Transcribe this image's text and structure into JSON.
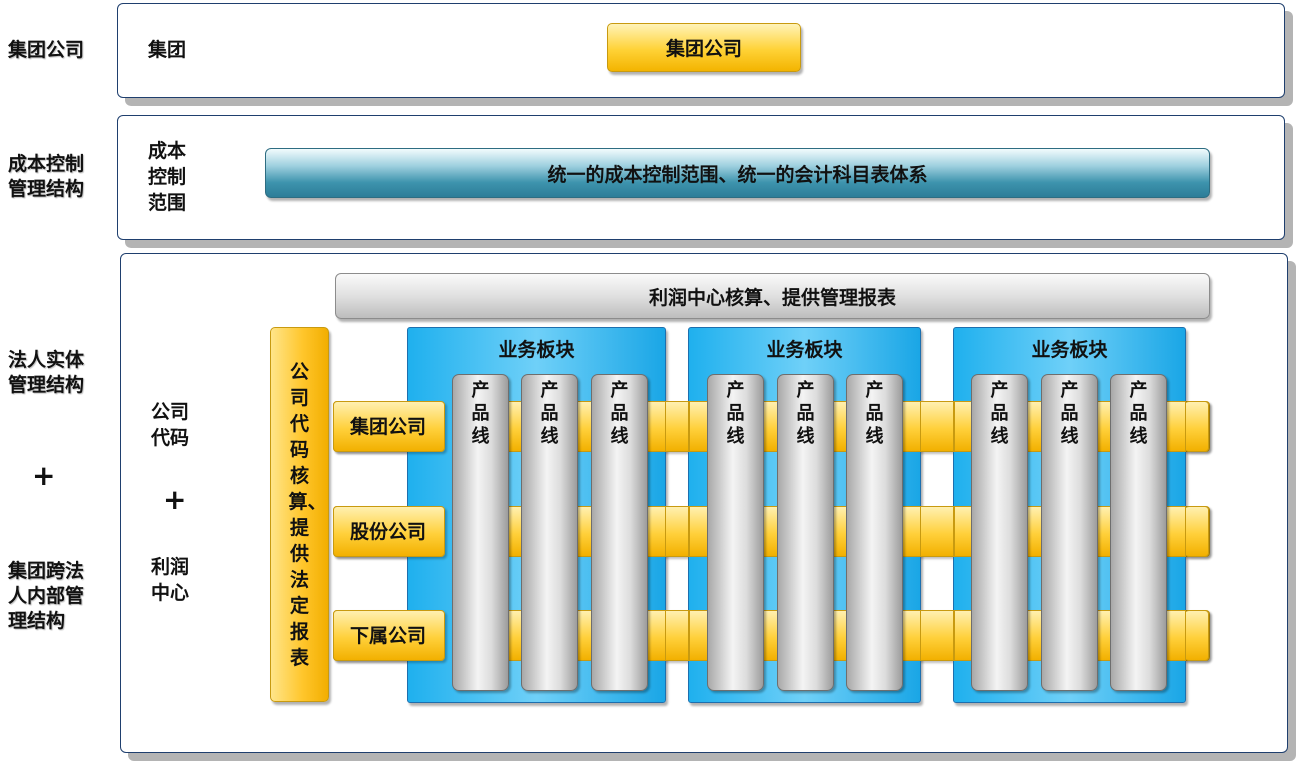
{
  "left_labels": {
    "group_company": "集团公司",
    "cost_control": [
      "成本控制",
      "管理结构"
    ],
    "legal_entity": [
      "法人实体",
      "管理结构"
    ],
    "plus": "+",
    "cross_entity": [
      "集团跨法",
      "人内部管",
      "理结构"
    ]
  },
  "group_panel": {
    "label": "集团",
    "button": "集团公司"
  },
  "cost_panel": {
    "label": [
      "成本",
      "控制",
      "范围"
    ],
    "bar": "统一的成本控制范围、统一的会计科目表体系"
  },
  "entity_panel": {
    "label_top": [
      "公司",
      "代码"
    ],
    "plus": "+",
    "label_bottom": [
      "利润",
      "中心"
    ],
    "profit_bar": "利润中心核算、提供管理报表",
    "company_code_column": "公司代码核算、提供法定报表",
    "companies": [
      "集团公司",
      "股份公司",
      "下属公司"
    ],
    "business_blocks": [
      {
        "title": "业务板块",
        "product_lines": [
          "产品线",
          "产品线",
          "产品线"
        ]
      },
      {
        "title": "业务板块",
        "product_lines": [
          "产品线",
          "产品线",
          "产品线"
        ]
      },
      {
        "title": "业务板块",
        "product_lines": [
          "产品线",
          "产品线",
          "产品线"
        ]
      }
    ]
  },
  "colors": {
    "border": "#1f3f6e",
    "gold": "#ffc62c",
    "teal": "#3d93ad",
    "blue": "#1fb0ee",
    "gray": "#bdbdbd"
  }
}
